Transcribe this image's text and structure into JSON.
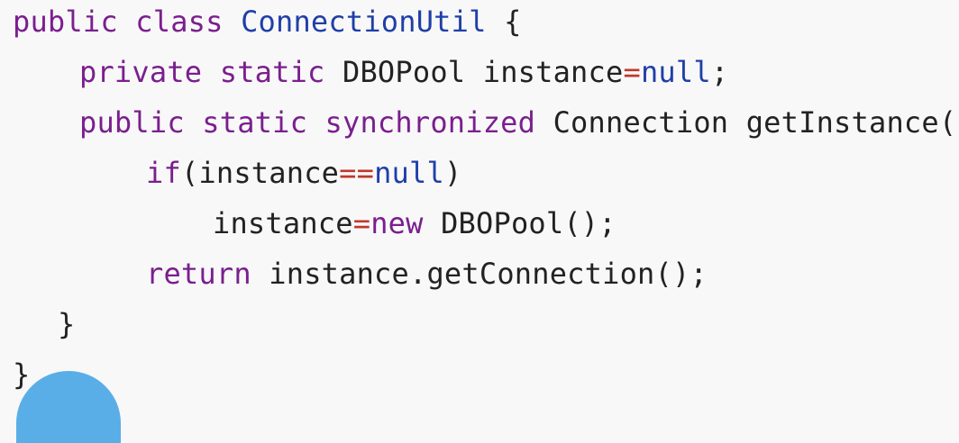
{
  "code": {
    "line1": {
      "kw1": "public",
      "kw2": "class",
      "class_name": "ConnectionUtil",
      "brace": "{"
    },
    "line2": {
      "kw1": "private",
      "kw2": "static",
      "type": "DBOPool",
      "var": "instance",
      "eq": "=",
      "value": "null",
      "semi": ";"
    },
    "line3": {
      "kw1": "public",
      "kw2": "static",
      "kw3": "synchronized",
      "type": "Connection",
      "method": "getInstance(){"
    },
    "line4": {
      "kw": "if",
      "open": "(instance",
      "op": "==",
      "value": "null",
      "close": ")"
    },
    "line5": {
      "var": "instance",
      "eq": "=",
      "kw": "new",
      "rest": "DBOPool();"
    },
    "line6": {
      "kw": "return",
      "rest": "instance.getConnection();"
    },
    "line7": {
      "brace": "}"
    },
    "line8": {
      "brace": "}"
    }
  },
  "colors": {
    "keyword": "#7a1f8e",
    "class_name": "#1f3fa8",
    "operator": "#c0392b",
    "literal": "#1f3fa8",
    "text": "#222222",
    "background": "#f8f8f8",
    "blob": "#5aaee8"
  }
}
